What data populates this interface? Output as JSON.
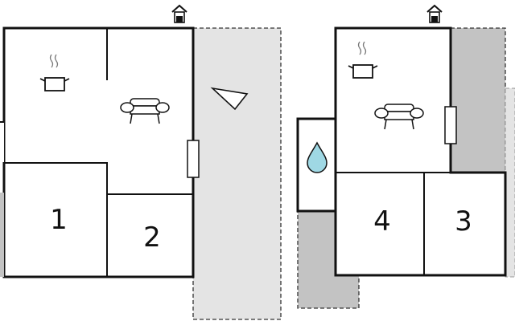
{
  "colors": {
    "wall": "#111111",
    "terrace_light": "#e4e4e4",
    "terrace_dark": "#c3c3c3",
    "water": "#9fd8e4"
  },
  "units": [
    {
      "entrance_icon": "house-entrance-icon",
      "rooms": [
        {
          "label": "1",
          "type": "bedroom"
        },
        {
          "label": "2",
          "type": "bedroom"
        }
      ],
      "icons": [
        "cooking-pot-icon",
        "sofa-icon",
        "window-icon",
        "compass-arrow-icon"
      ]
    },
    {
      "entrance_icon": "house-entrance-icon",
      "rooms": [
        {
          "label": "4",
          "type": "bedroom"
        },
        {
          "label": "3",
          "type": "bedroom"
        }
      ],
      "icons": [
        "cooking-pot-icon",
        "sofa-icon",
        "window-icon",
        "water-drop-icon"
      ]
    }
  ]
}
